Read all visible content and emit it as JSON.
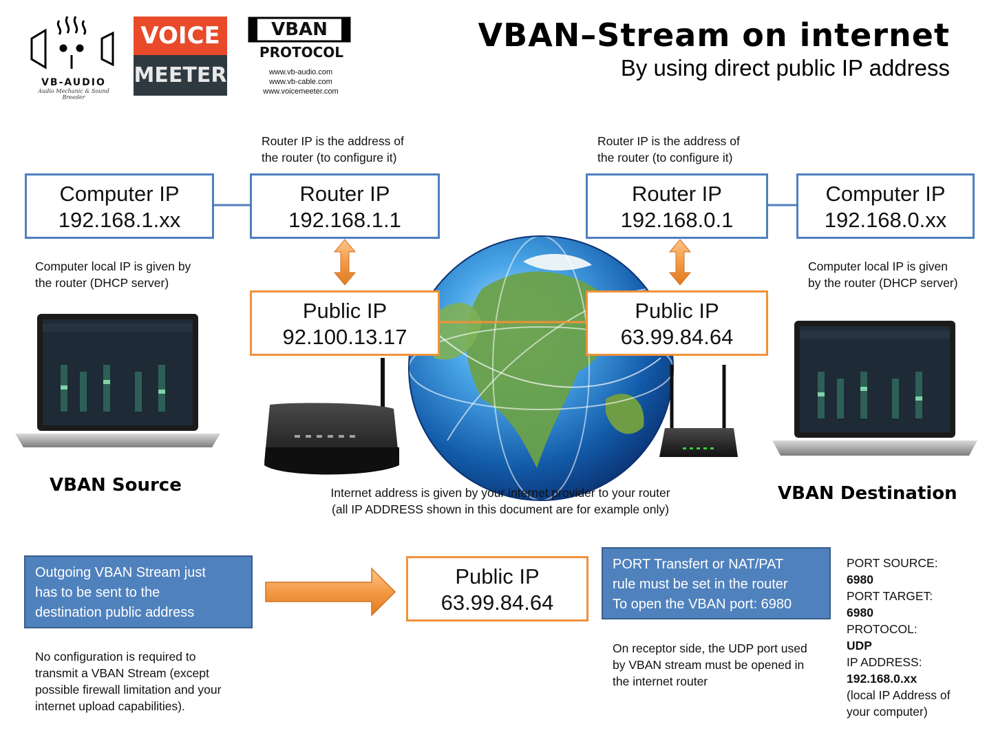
{
  "header": {
    "title": "VBAN–Stream on internet",
    "subtitle": "By using direct public IP address"
  },
  "logos": {
    "vbaudio": {
      "name": "VB-AUDIO",
      "tagline": "Audio Mechanic & Sound Breeder"
    },
    "voicemeeter": {
      "line1": "VOICE",
      "line2": "MEETER"
    },
    "vban": {
      "line1": "VBAN",
      "line2": "PROTOCOL",
      "urls": [
        "www.vb-audio.com",
        "www.vb-cable.com",
        "www.voicemeeter.com"
      ]
    }
  },
  "left": {
    "computer": {
      "label": "Computer IP",
      "ip": "192.168.1.xx"
    },
    "router": {
      "label": "Router IP",
      "ip": "192.168.1.1"
    },
    "public": {
      "label": "Public IP",
      "ip": "92.100.13.17"
    },
    "router_note": [
      "Router IP is the address of",
      "the router (to configure it)"
    ],
    "computer_note": [
      "Computer local IP is given by",
      "the router (DHCP server)"
    ],
    "caption": "VBAN Source"
  },
  "right": {
    "computer": {
      "label": "Computer IP",
      "ip": "192.168.0.xx"
    },
    "router": {
      "label": "Router IP",
      "ip": "192.168.0.1"
    },
    "public": {
      "label": "Public IP",
      "ip": "63.99.84.64"
    },
    "router_note": [
      "Router IP is the address of",
      "the router (to configure it)"
    ],
    "computer_note": [
      "Computer local IP is given",
      "by the router (DHCP server)"
    ],
    "caption": "VBAN Destination"
  },
  "internet_note": [
    "Internet address is given by your internet provider to your router",
    "(all IP ADDRESS shown in this document are for example only)"
  ],
  "bottom": {
    "outgoing": [
      "Outgoing VBAN Stream just",
      "has to be sent to the",
      "destination public address"
    ],
    "target": {
      "label": "Public IP",
      "ip": "63.99.84.64"
    },
    "port_rule": [
      "PORT Transfert or NAT/PAT",
      "rule must be set in the router",
      "To open the VBAN port: 6980"
    ],
    "no_config_note": [
      "No configuration is required to",
      "transmit a VBAN Stream (except",
      "possible firewall limitation and your",
      "internet upload capabilities)."
    ],
    "receptor_note": [
      "On receptor side, the UDP port used",
      "by VBAN stream must be opened in",
      "the internet router"
    ],
    "ports": {
      "source_label": "PORT SOURCE:",
      "source_value": "6980",
      "target_label": "PORT TARGET:",
      "target_value": "6980",
      "protocol_label": "PROTOCOL:",
      "protocol_value": "UDP",
      "ip_label": "IP ADDRESS:",
      "ip_value": "192.168.0.xx",
      "ip_note": [
        "(local IP Address of",
        "your computer)"
      ]
    }
  },
  "colors": {
    "blue_border": "#4f7fbd",
    "orange_border": "#f0913a",
    "note_fill": "#4f81bd",
    "arrow": "#f39a45"
  }
}
